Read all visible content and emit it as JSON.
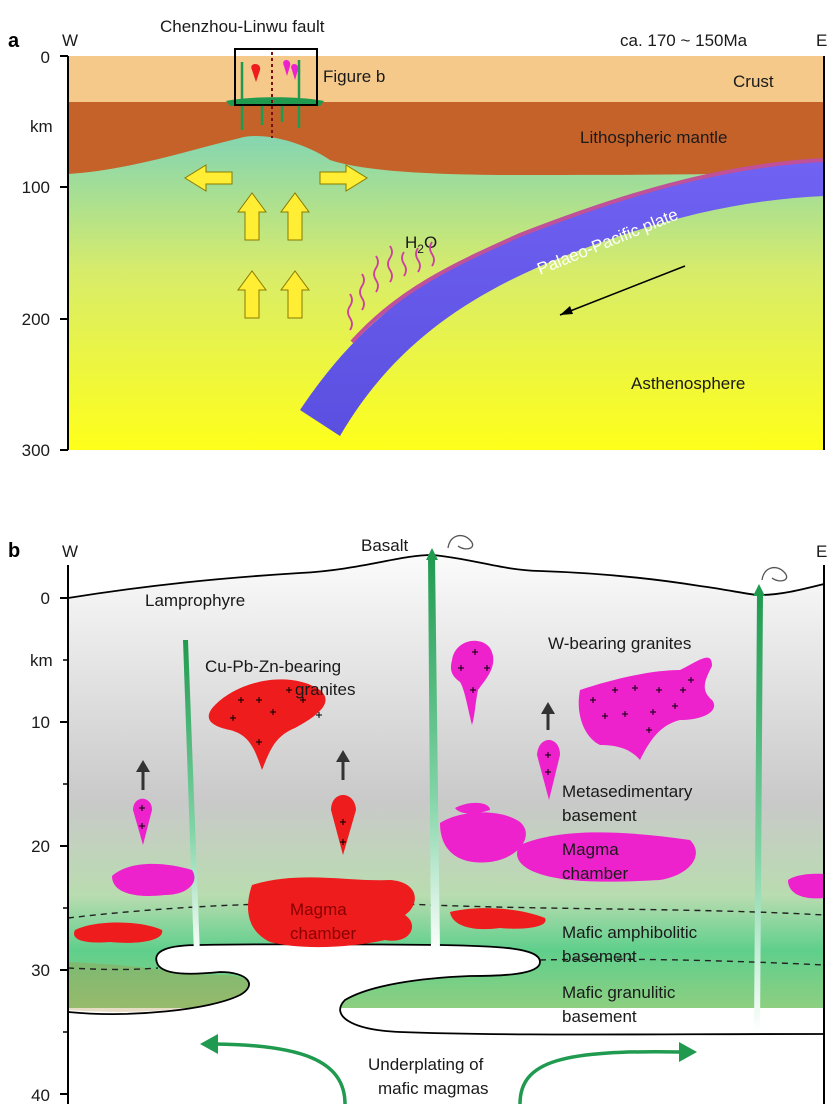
{
  "panel_a": {
    "letter": "a",
    "west": "W",
    "east": "E",
    "fault_label": "Chenzhou-Linwu fault",
    "age": "ca. 170 ~ 150Ma",
    "figure_b_ref": "Figure b",
    "axis_unit": "km",
    "depth_ticks": [
      "0",
      "100",
      "200",
      "300"
    ],
    "layers": {
      "crust": "Crust",
      "lithospheric_mantle": "Lithospheric mantle",
      "asthenosphere": "Asthenosphere"
    },
    "plate_label": "Palaeo-Pacific plate",
    "water_main": "H",
    "water_sub": "2",
    "water_tail": "O",
    "colors": {
      "crust": "#f5c98a",
      "mantle": "#c4622a",
      "plate": "#6b5ff2",
      "arrow": "#ffee33",
      "granite_red": "#ee1c1c",
      "granite_pink": "#ee22cc",
      "green": "#1f9a4f"
    }
  },
  "panel_b": {
    "letter": "b",
    "west": "W",
    "east": "E",
    "axis_unit": "km",
    "depth_ticks": [
      "0",
      "10",
      "20",
      "30",
      "40"
    ],
    "labels": {
      "basalt": "Basalt",
      "lamprophyre": "Lamprophyre",
      "cu_granites_1": "Cu-Pb-Zn-bearing",
      "cu_granites_2": "granites",
      "w_granites": "W-bearing granites",
      "meta_basement_1": "Metasedimentary",
      "meta_basement_2": "basement",
      "magma_chamber_pink_1": "Magma",
      "magma_chamber_pink_2": "chamber",
      "magma_chamber_red_1": "Magma",
      "magma_chamber_red_2": "chamber",
      "mafic_amph_1": "Mafic amphibolitic",
      "mafic_amph_2": "basement",
      "mafic_gran_1": "Mafic granulitic",
      "mafic_gran_2": "basement",
      "underplating_1": "Underplating of",
      "underplating_2": "mafic magmas"
    }
  }
}
